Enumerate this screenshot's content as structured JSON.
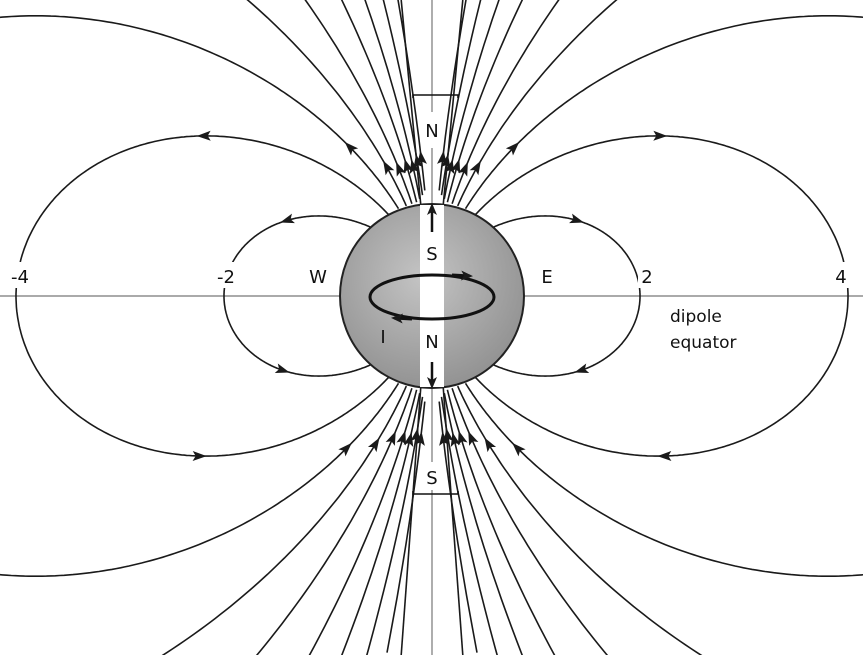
{
  "diagram": {
    "axis_labels": {
      "minus4": "-4",
      "minus2": "-2",
      "plus2": "2",
      "plus4": "4"
    },
    "directions": {
      "west": "W",
      "east": "E"
    },
    "geographic_poles": {
      "north": "N",
      "south": "S"
    },
    "magnet_poles": {
      "top": "S",
      "bottom": "N"
    },
    "current_label": "I",
    "equator_label": {
      "line1": "dipole",
      "line2": "equator"
    },
    "colors": {
      "planet_fill": "#a9a9a9",
      "line_color": "#1a1a1a",
      "axis_color": "#777777",
      "magnet_color": "#ffffff"
    }
  }
}
